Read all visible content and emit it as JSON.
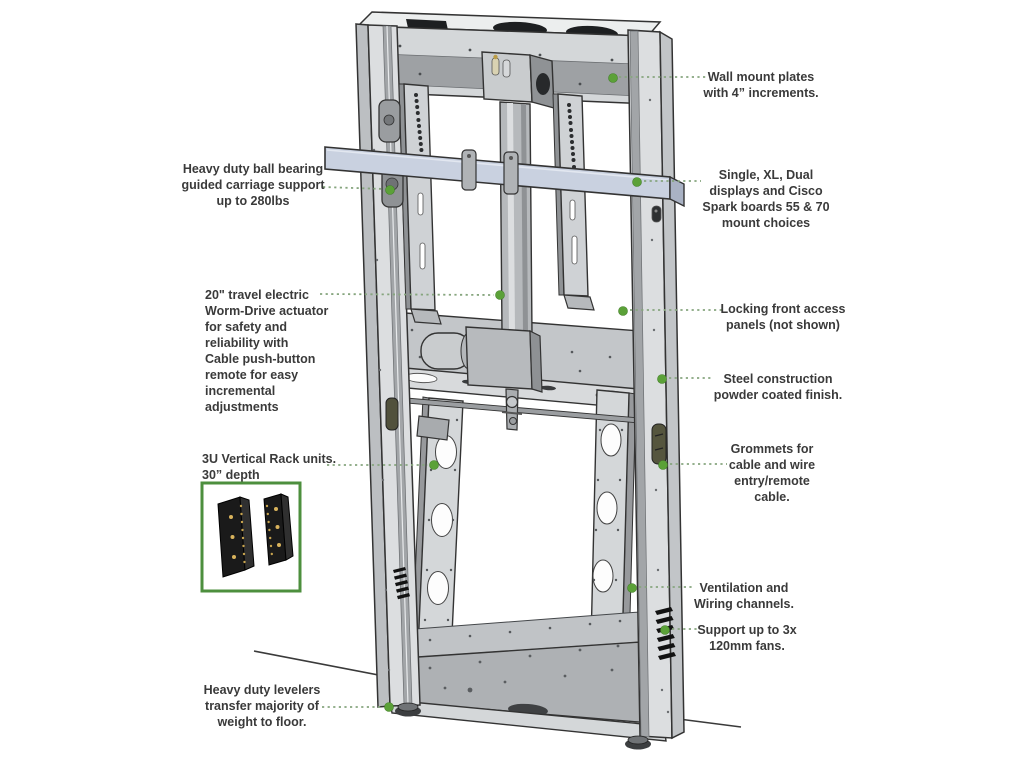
{
  "colors": {
    "callout_dot_green": "#5ba138",
    "leader_line_green": "#86a57e",
    "inset_border_green": "#4d8f3e",
    "label_text": "#3a3a3a",
    "metal_light": "#dcdee0",
    "metal_mid": "#b6b9bc",
    "metal_dark": "#8f9295",
    "crossbar_blue": "#c9d1e0",
    "outline": "#333333"
  },
  "callouts": {
    "left": [
      {
        "text": "Heavy duty ball bearing\nguided carriage support\nup to 280lbs"
      },
      {
        "text": "20\" travel electric\nWorm-Drive actuator\nfor safety and\nreliability with\nCable push-button\nremote for easy\nincremental\nadjustments"
      },
      {
        "text": "3U Vertical Rack units.\n30” depth"
      },
      {
        "text": "Heavy duty levelers\ntransfer majority of\nweight to floor."
      }
    ],
    "right": [
      {
        "text": "Wall mount plates\nwith 4” increments."
      },
      {
        "text": "Single, XL, Dual\ndisplays and Cisco\nSpark boards 55 & 70\nmount choices"
      },
      {
        "text": "Locking front access\npanels (not shown)"
      },
      {
        "text": "Steel construction\npowder coated finish."
      },
      {
        "text": "Grommets for\ncable and wire\nentry/remote\ncable."
      },
      {
        "text": "Ventilation and\nWiring channels."
      },
      {
        "text": "Support up to 3x\n120mm fans."
      }
    ]
  }
}
